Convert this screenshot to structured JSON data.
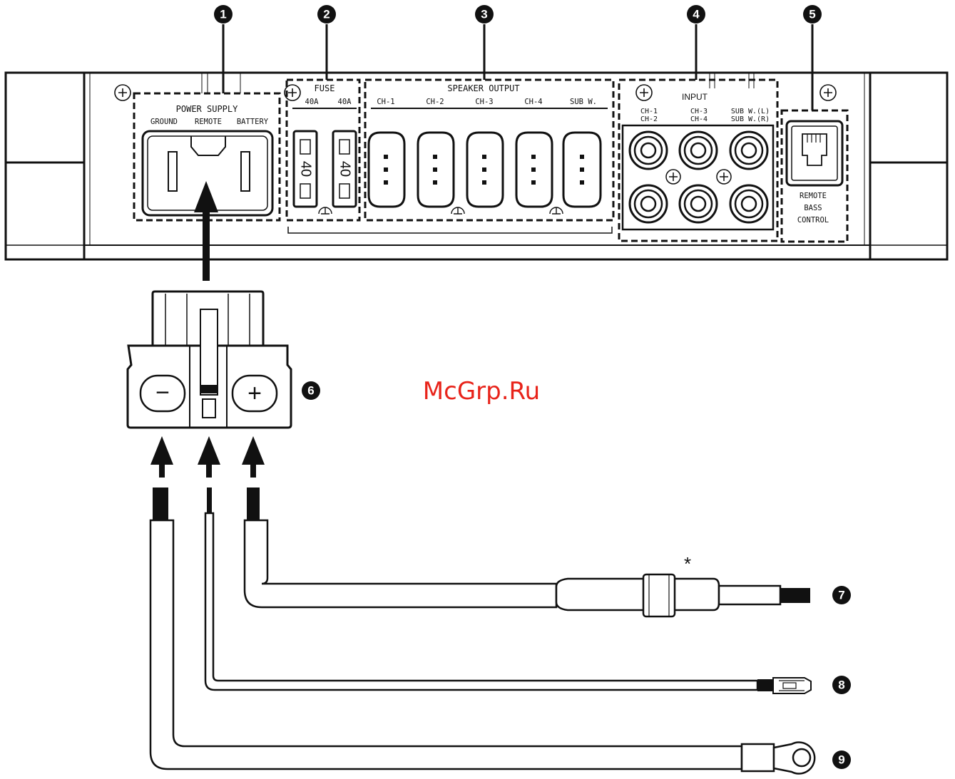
{
  "watermark": "McGrp.Ru",
  "callouts": [
    "1",
    "2",
    "3",
    "4",
    "5",
    "6",
    "7",
    "8",
    "9"
  ],
  "power_supply": {
    "title": "POWER SUPPLY",
    "terminals": [
      "GROUND",
      "REMOTE",
      "BATTERY"
    ]
  },
  "fuse": {
    "title": "FUSE",
    "ratings": [
      "40A",
      "40A"
    ],
    "fuse_value": "40"
  },
  "speaker_output": {
    "title": "SPEAKER OUTPUT",
    "channels": [
      "CH-1",
      "CH-2",
      "CH-3",
      "CH-4",
      "SUB W."
    ]
  },
  "input": {
    "title": "INPUT",
    "groups": [
      [
        "CH-1",
        "CH-2"
      ],
      [
        "CH-3",
        "CH-4"
      ],
      [
        "SUB W.(L)",
        "SUB W.(R)"
      ]
    ]
  },
  "remote_bass_control": {
    "lines": [
      "REMOTE",
      "BASS",
      "CONTROL"
    ]
  },
  "connector": {
    "minus": "−",
    "plus": "+"
  },
  "fuse_note": "*"
}
